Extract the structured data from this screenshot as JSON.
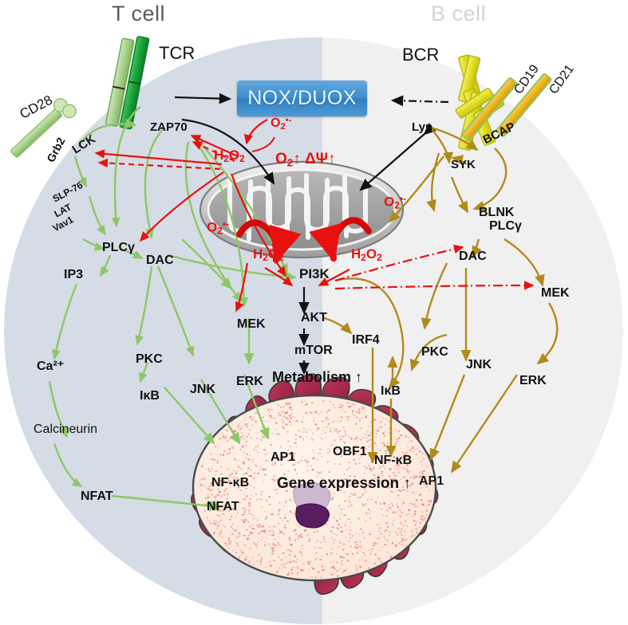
{
  "figure": {
    "type": "cell-signaling-diagram",
    "description": "ROS signaling in T cell and B cell activation converging on nuclear gene expression"
  },
  "headings": {
    "t_cell": "T cell",
    "b_cell": "B cell"
  },
  "central_box": {
    "label": "NOX/DUOX",
    "color": "#3d8fce",
    "text_color": "#e9f6ff"
  },
  "receptors": {
    "tcr": "TCR",
    "cd28": "CD28",
    "bcr": "BCR",
    "cd19": "CD19",
    "cd21": "CD21"
  },
  "mitochondrion": {
    "top_label_o2": "O",
    "top_label_o2_sub": "2",
    "top_label_arrow": "↑",
    "psi_label": "ΔΨ",
    "psi_arrow": "↑",
    "left_superoxide": "O",
    "left_superoxide_sub": "2",
    "left_superoxide_sup": "•-",
    "right_superoxide": "O",
    "right_superoxide_sub": "2",
    "right_superoxide_sup": "•-"
  },
  "ros_labels": {
    "h2o2_t": "H₂O₂",
    "h2o2_mito_left": "H₂O₂",
    "h2o2_mito_right": "H₂O₂",
    "h2o2_nox": "H₂O₂",
    "superoxide_nox": "O₂•-"
  },
  "t_cell_cascade": [
    {
      "id": "zap70",
      "label": "ZAP70"
    },
    {
      "id": "lck",
      "label": "LCK"
    },
    {
      "id": "grb2",
      "label": "Grb2"
    },
    {
      "id": "slp76",
      "label": "SLP-76"
    },
    {
      "id": "lat",
      "label": "LAT"
    },
    {
      "id": "vav1",
      "label": "Vav1"
    },
    {
      "id": "plcg",
      "label": "PLCγ"
    },
    {
      "id": "dac",
      "label": "DAC"
    },
    {
      "id": "ip3",
      "label": "IP3"
    },
    {
      "id": "calcium",
      "label": "Ca²⁺"
    },
    {
      "id": "calcineurin",
      "label": "Calcineurin"
    },
    {
      "id": "nfat",
      "label": "NFAT"
    },
    {
      "id": "pkc",
      "label": "PKC"
    },
    {
      "id": "ikb",
      "label": "IκB"
    },
    {
      "id": "jnk",
      "label": "JNK"
    },
    {
      "id": "mek",
      "label": "MEK"
    },
    {
      "id": "erk",
      "label": "ERK"
    }
  ],
  "b_cell_cascade": [
    {
      "id": "lyn",
      "label": "Lyn"
    },
    {
      "id": "bcap",
      "label": "BCAP"
    },
    {
      "id": "syk",
      "label": "SYK"
    },
    {
      "id": "blnk",
      "label": "BLNK"
    },
    {
      "id": "plcg",
      "label": "PLCγ"
    },
    {
      "id": "dac",
      "label": "DAC"
    },
    {
      "id": "mek",
      "label": "MEK"
    },
    {
      "id": "pkc",
      "label": "PKC"
    },
    {
      "id": "jnk",
      "label": "JNK"
    },
    {
      "id": "erk",
      "label": "ERK"
    },
    {
      "id": "ikb",
      "label": "IκB"
    },
    {
      "id": "irf4",
      "label": "IRF4"
    }
  ],
  "central_cascade": [
    {
      "id": "pi3k",
      "label": "PI3K"
    },
    {
      "id": "akt",
      "label": "AKT"
    },
    {
      "id": "mtor",
      "label": "mTOR"
    },
    {
      "id": "metabolism",
      "label": "Metabolism ↑"
    }
  ],
  "nucleus": {
    "gene_expression": "Gene expression ↑",
    "factors_left": [
      "NF-κB",
      "NFAT",
      "AP1"
    ],
    "factors_right": [
      "OBF1",
      "NF-κB",
      "AP1"
    ]
  },
  "colors": {
    "t_cell_body": "#d6dce6",
    "b_cell_body": "#f0f0f0",
    "t_arrow_green": "#8cc765",
    "b_arrow_gold": "#b08a1a",
    "ros_red": "#e8110f",
    "nucleus_membrane": "#b53253",
    "nucleus_fill": "#fdeee3",
    "mito_gray": "#9a9a9a",
    "black_arrow": "#111111",
    "tcr_green_dark": "#19a338",
    "tcr_green_light": "#a9d18e",
    "bcr_yellow": "#e3e023",
    "cd_orange": "#f0b41e"
  }
}
